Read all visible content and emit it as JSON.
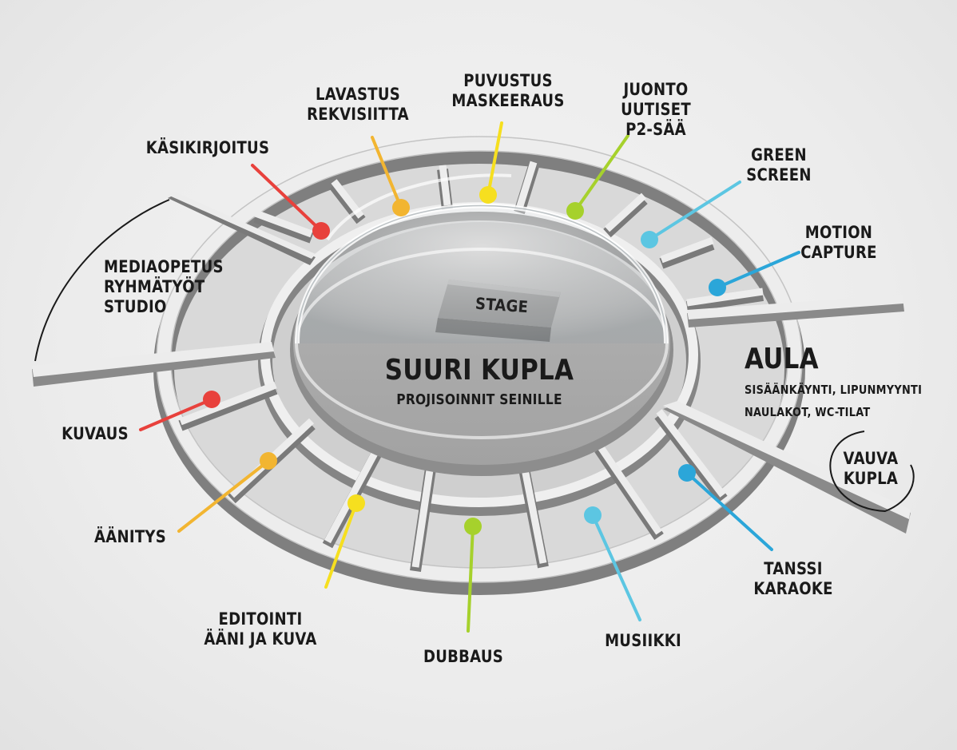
{
  "center": {
    "stage": "STAGE",
    "title": "SUURI KUPLA",
    "subtitle": "PROJISOINNIT SEINILLE"
  },
  "aula": {
    "title": "AULA",
    "line1": "SISÄÄNKÄYNTI, LIPUNMYYNTI",
    "line2": "NAULAKOT, WC-TILAT"
  },
  "vauva": {
    "line1": "VAUVA",
    "line2": "KUPLA"
  },
  "mediaopetus": {
    "line1": "MEDIAOPETUS",
    "line2": "RYHMÄTYÖT",
    "line3": "STUDIO"
  },
  "rooms": [
    {
      "lines": [
        "KÄSIKIRJOITUS"
      ],
      "color": "#e8413c"
    },
    {
      "lines": [
        "LAVASTUS",
        "REKVISIITTA"
      ],
      "color": "#f2b531"
    },
    {
      "lines": [
        "PUVUSTUS",
        "MASKEERAUS"
      ],
      "color": "#f6df1f"
    },
    {
      "lines": [
        "JUONTO",
        "UUTISET",
        "P2-SÄÄ"
      ],
      "color": "#a6d12c"
    },
    {
      "lines": [
        "GREEN",
        "SCREEN"
      ],
      "color": "#5cc6e2"
    },
    {
      "lines": [
        "MOTION",
        "CAPTURE"
      ],
      "color": "#2ba6d9"
    },
    {
      "lines": [
        "KUVAUS"
      ],
      "color": "#e8413c"
    },
    {
      "lines": [
        "ÄÄNITYS"
      ],
      "color": "#f2b531"
    },
    {
      "lines": [
        "EDITOINTI",
        "ÄÄNI JA KUVA"
      ],
      "color": "#f6df1f"
    },
    {
      "lines": [
        "DUBBAUS"
      ],
      "color": "#a6d12c"
    },
    {
      "lines": [
        "MUSIIKKI"
      ],
      "color": "#5cc6e2"
    },
    {
      "lines": [
        "TANSSI",
        "KARAOKE"
      ],
      "color": "#2ba6d9"
    }
  ]
}
